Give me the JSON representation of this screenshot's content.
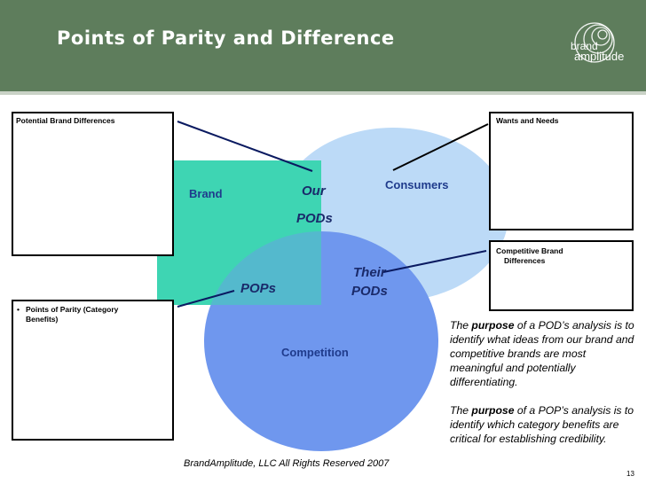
{
  "slide": {
    "title": "Points of Parity and Difference",
    "page_number": "13",
    "footer": "BrandAmplitude, LLC All Rights Reserved 2007"
  },
  "logo": {
    "line1": "brand",
    "line2": "amplitude",
    "icon": "spiral-circles-icon"
  },
  "boxes": {
    "potential_brand_differences": "Potential Brand Differences",
    "wants_and_needs": "Wants and Needs",
    "competitive_brand_differences_line1": "Competitive Brand",
    "competitive_brand_differences_line2": "Differences",
    "points_of_parity_bullet": "•",
    "points_of_parity_line1": "Points of Parity (Category",
    "points_of_parity_line2": "Benefits)"
  },
  "venn": {
    "brand": "Brand",
    "consumers": "Consumers",
    "competition": "Competition",
    "our": "Our",
    "pods_our": "PODs",
    "their": "Their",
    "pods_their": "PODs",
    "pops": "POPs"
  },
  "purpose": {
    "pod_prefix": "The ",
    "pod_emphasis": "purpose",
    "pod_rest": " of a POD’s analysis is to identify what ideas from our brand and competitive brands are most meaningful and potentially differentiating.",
    "pop_prefix": "The ",
    "pop_emphasis": "purpose",
    "pop_rest": " of a POP’s analysis is to identify which category benefits are critical for establishing credibility."
  },
  "colors": {
    "header": "#5e7d5c",
    "brand_square": "#3ed6b3",
    "consumers_circle": "#bcdaf7",
    "competition_circle": "#6f97ee",
    "label_blue": "#1f3b8c"
  }
}
